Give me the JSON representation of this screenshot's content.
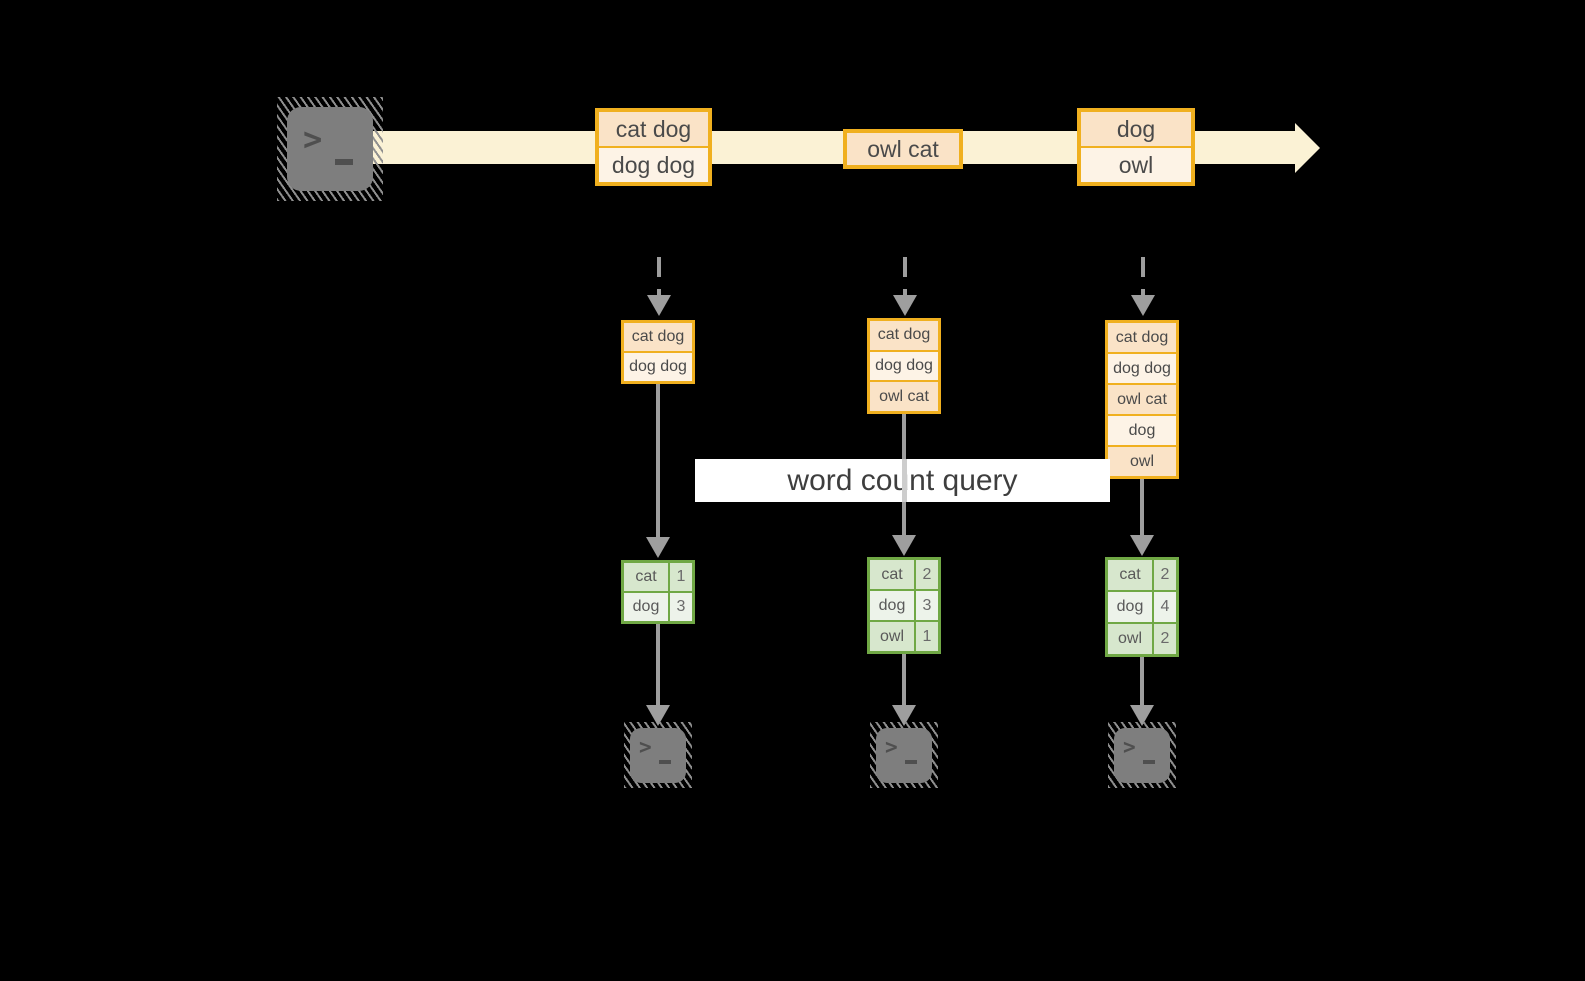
{
  "query_label": "word count query",
  "stream": {
    "events": [
      {
        "rows": [
          "cat dog",
          "dog dog"
        ]
      },
      {
        "rows": [
          "owl cat"
        ]
      },
      {
        "rows": [
          "dog",
          "owl"
        ]
      }
    ]
  },
  "accumulators": [
    {
      "rows": [
        "cat dog",
        "dog dog"
      ]
    },
    {
      "rows": [
        "cat dog",
        "dog dog",
        "owl cat"
      ]
    },
    {
      "rows": [
        "cat dog",
        "dog dog",
        "owl cat",
        "dog",
        "owl"
      ]
    }
  ],
  "count_tables": [
    {
      "rows": [
        {
          "word": "cat",
          "count": "1"
        },
        {
          "word": "dog",
          "count": "3"
        }
      ]
    },
    {
      "rows": [
        {
          "word": "cat",
          "count": "2"
        },
        {
          "word": "dog",
          "count": "3"
        },
        {
          "word": "owl",
          "count": "1"
        }
      ]
    },
    {
      "rows": [
        {
          "word": "cat",
          "count": "2"
        },
        {
          "word": "dog",
          "count": "4"
        },
        {
          "word": "owl",
          "count": "2"
        }
      ]
    }
  ],
  "terminal": {
    "prompt": ">",
    "icon": "terminal-icon"
  },
  "colors": {
    "background": "#000000",
    "stream_band": "#FBF2D5",
    "gold_border": "#F0B01F",
    "event_fill_dark": "#FAE3C7",
    "event_fill_light": "#FDF3E6",
    "green_border": "#70A845",
    "green_fill_dark": "#D7E7CD",
    "green_fill_light": "#EDF3EA",
    "arrow_gray": "#9E9E9E",
    "terminal_gray": "#7E7E7E",
    "label_bg": "#FFFFFF"
  }
}
